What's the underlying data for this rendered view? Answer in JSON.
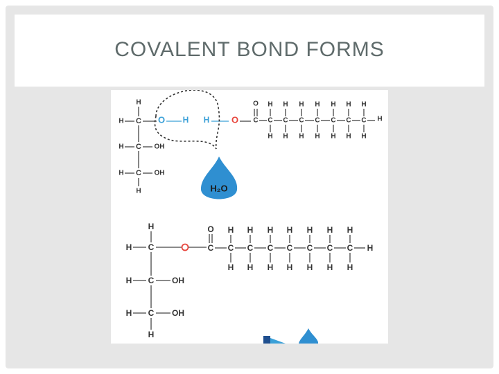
{
  "slide": {
    "title": "COVALENT BOND FORMS"
  },
  "colors": {
    "frame": "#e6e6e6",
    "title_text": "#5f6b6b",
    "bond_atom": "#e8453c",
    "water_blue": "#2f8fd1",
    "h_blue": "#3aa0d8",
    "atom_dark": "#333333"
  },
  "diagram": {
    "atoms": {
      "h": "H",
      "c": "C",
      "o": "O",
      "oh": "OH"
    },
    "water_label": "H₂O"
  }
}
